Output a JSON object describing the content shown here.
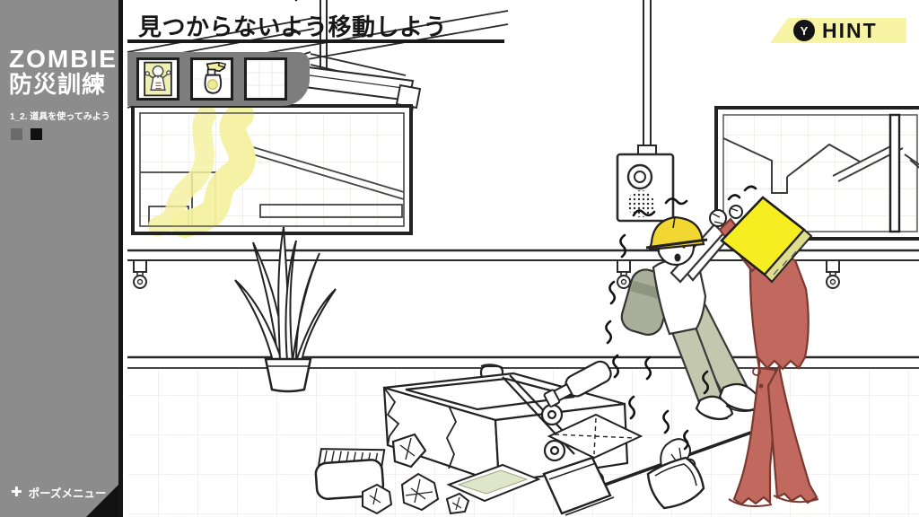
{
  "app": {
    "title": "ZOMBIE 防災訓練"
  },
  "colors": {
    "sidebar_gray": "#8c8c8c",
    "panel_gray": "#7d7d7d",
    "ink": "#1a1a1a",
    "accent_yellow": "#f7ee22",
    "pale_yellow": "#f7f4a4",
    "gas_yellow": "#f4f1a0",
    "hardhat_yellow": "#f2d733",
    "zombie_red": "#c2695f",
    "worker_green": "#c2c7ae"
  },
  "sidebar": {
    "logo_line1": "ZOMBIE",
    "logo_line2": "防災訓練",
    "stage_label": "1_2. 道具を使ってみよう",
    "progress_steps": [
      {
        "state": "done"
      },
      {
        "state": "current"
      }
    ],
    "pause": {
      "icon": "plus-icon",
      "label": "ポーズメニュー"
    }
  },
  "header": {
    "objective": "見つからないよう移動しよう"
  },
  "hint_button": {
    "gamepad_key": "Y",
    "label": "HINT"
  },
  "inventory": {
    "slots": [
      {
        "name": "zombie-poster-card",
        "state": "filled"
      },
      {
        "name": "spray-bottle",
        "state": "filled"
      },
      {
        "name": "empty-slot",
        "state": "empty"
      }
    ]
  },
  "scene": {
    "objects": [
      "ceiling-beams",
      "hanging-fluorescent-light",
      "ceiling-speaker",
      "window-left-cityscape",
      "yellow-gas-trail",
      "window-right-rooftops",
      "wall-rail-with-hooks",
      "potted-plant",
      "overturned-cart",
      "chalkboard-eraser",
      "crumpled-paper-balls",
      "fallen-bottle",
      "envelope",
      "green-folder",
      "push-broom",
      "cleaning-bucket-with-rag",
      "scared-worker-with-hardhat",
      "zombie-with-bucket-on-head"
    ]
  }
}
